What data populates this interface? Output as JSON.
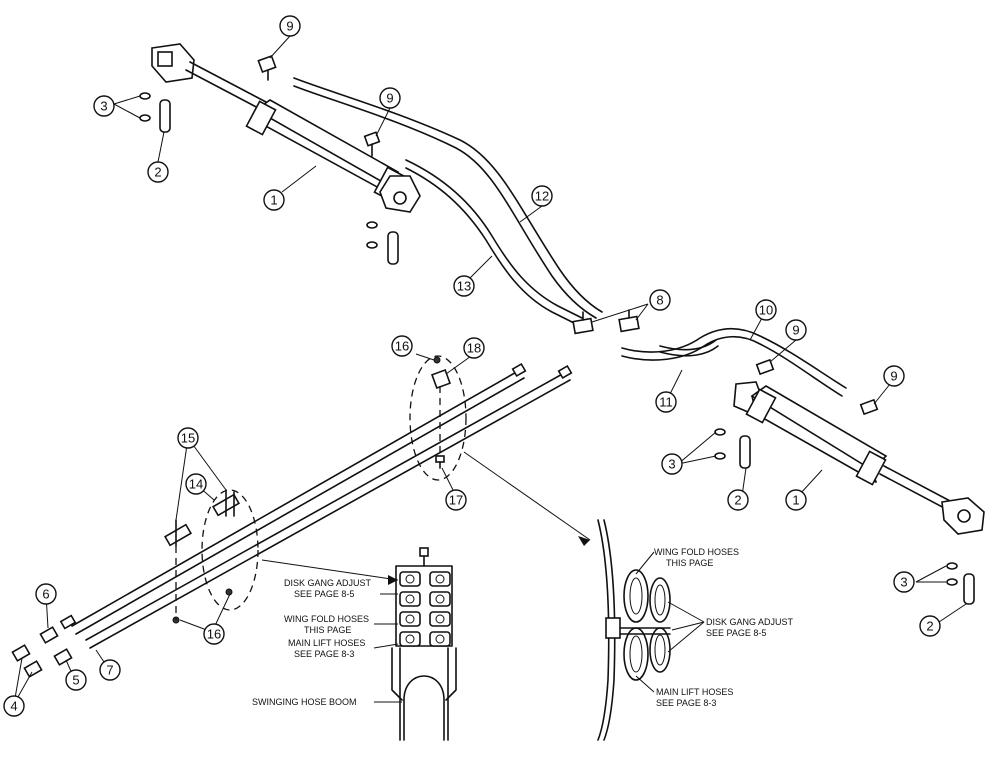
{
  "callouts": {
    "c1a": "1",
    "c1b": "1",
    "c2a": "2",
    "c2b": "2",
    "c2c": "2",
    "c3a": "3",
    "c3b": "3",
    "c3c": "3",
    "c4": "4",
    "c5": "5",
    "c6": "6",
    "c7": "7",
    "c8": "8",
    "c9a": "9",
    "c9b": "9",
    "c9c": "9",
    "c9d": "9",
    "c10": "10",
    "c11": "11",
    "c12": "12",
    "c13": "13",
    "c14": "14",
    "c15": "15",
    "c16a": "16",
    "c16b": "16",
    "c17": "17",
    "c18": "18"
  },
  "labels": {
    "disk_gang_1": "DISK GANG ADJUST",
    "disk_gang_2": "SEE PAGE 8-5",
    "wing_fold_1": "WING FOLD HOSES",
    "wing_fold_2": "THIS PAGE",
    "main_lift_1": "MAIN LIFT HOSES",
    "main_lift_2": "SEE PAGE 8-3",
    "swinging_boom": "SWINGING HOSE BOOM",
    "r_wing_fold_1": "WING FOLD HOSES",
    "r_wing_fold_2": "THIS PAGE",
    "r_disk_gang_1": "DISK GANG ADJUST",
    "r_disk_gang_2": "SEE PAGE 8-5",
    "r_main_lift_1": "MAIN LIFT HOSES",
    "r_main_lift_2": "SEE PAGE 8-3"
  }
}
